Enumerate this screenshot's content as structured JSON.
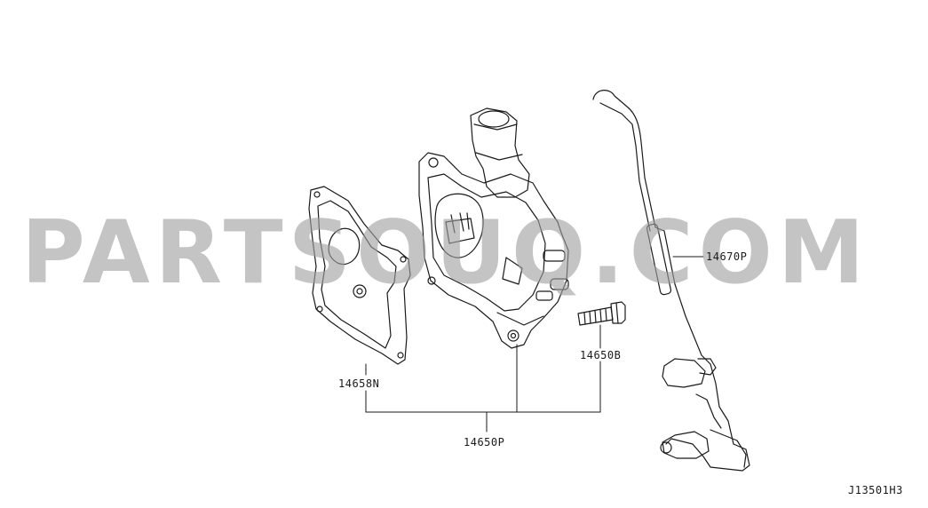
{
  "watermark": {
    "text": "PARTSOUQ.COM",
    "color": "#a0a0a0"
  },
  "parts": {
    "gasket": "14658N",
    "bolt": "14650B",
    "pump_assembly": "14650P",
    "hose": "14670P"
  },
  "diagram_code": "J13501H3",
  "colors": {
    "line": "#1a1a1a",
    "background": "#ffffff"
  }
}
